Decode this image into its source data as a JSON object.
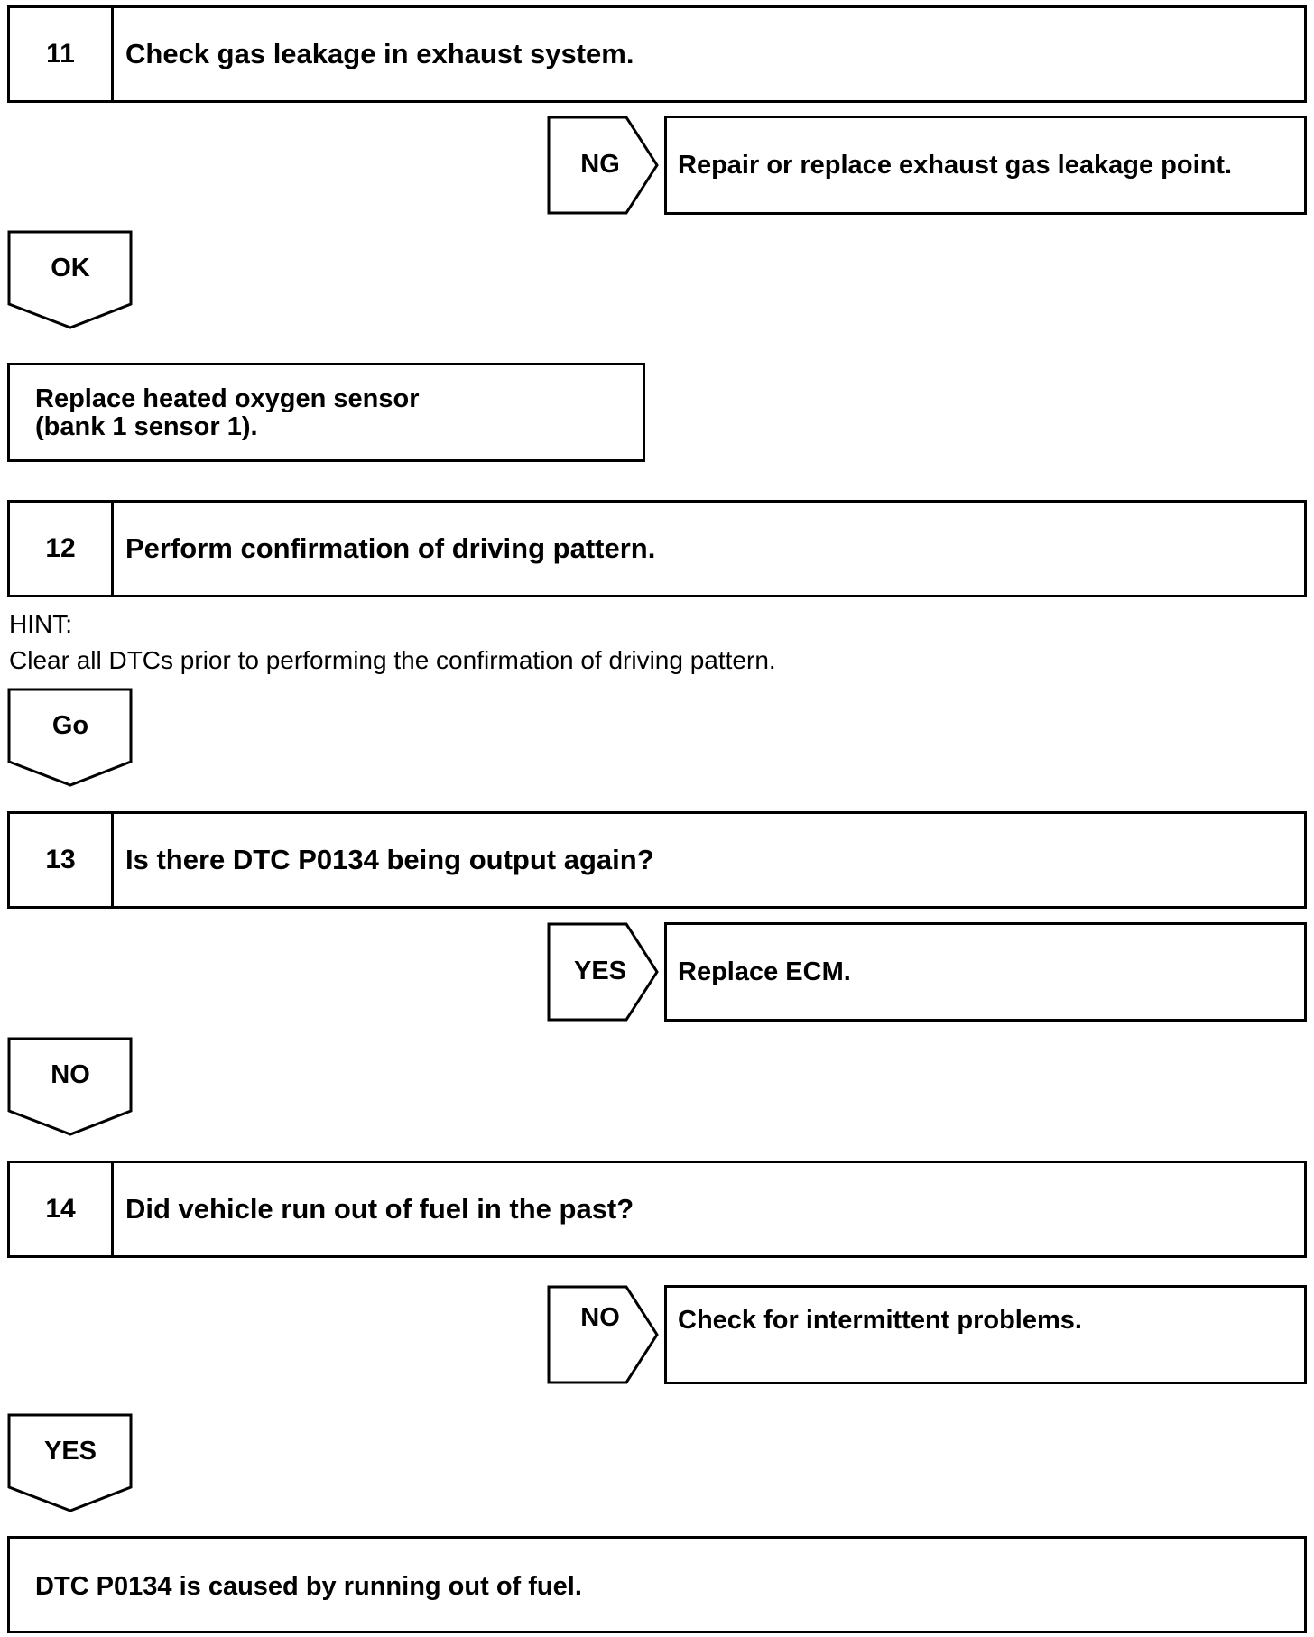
{
  "steps": [
    {
      "number": "11",
      "title": "Check gas leakage in exhaust system."
    },
    {
      "number": "12",
      "title": "Perform confirmation of driving pattern."
    },
    {
      "number": "13",
      "title": "Is there DTC P0134 being output again?"
    },
    {
      "number": "14",
      "title": "Did vehicle run out of fuel in the past?"
    }
  ],
  "side_results": [
    {
      "tag": "NG",
      "text": "Repair or replace exhaust gas leakage point."
    },
    {
      "tag": "YES",
      "text": "Replace ECM."
    },
    {
      "tag": "NO",
      "text": "Check for intermittent problems."
    }
  ],
  "down_tags": [
    "OK",
    "Go",
    "NO",
    "YES"
  ],
  "action_boxes": [
    {
      "line1": "Replace heated oxygen sensor",
      "line2": "(bank 1 sensor 1)."
    },
    {
      "line1": "DTC P0134 is caused by running out of fuel."
    }
  ],
  "hint": {
    "label": "HINT:",
    "text": "Clear all DTCs prior to performing the confirmation of driving pattern."
  }
}
